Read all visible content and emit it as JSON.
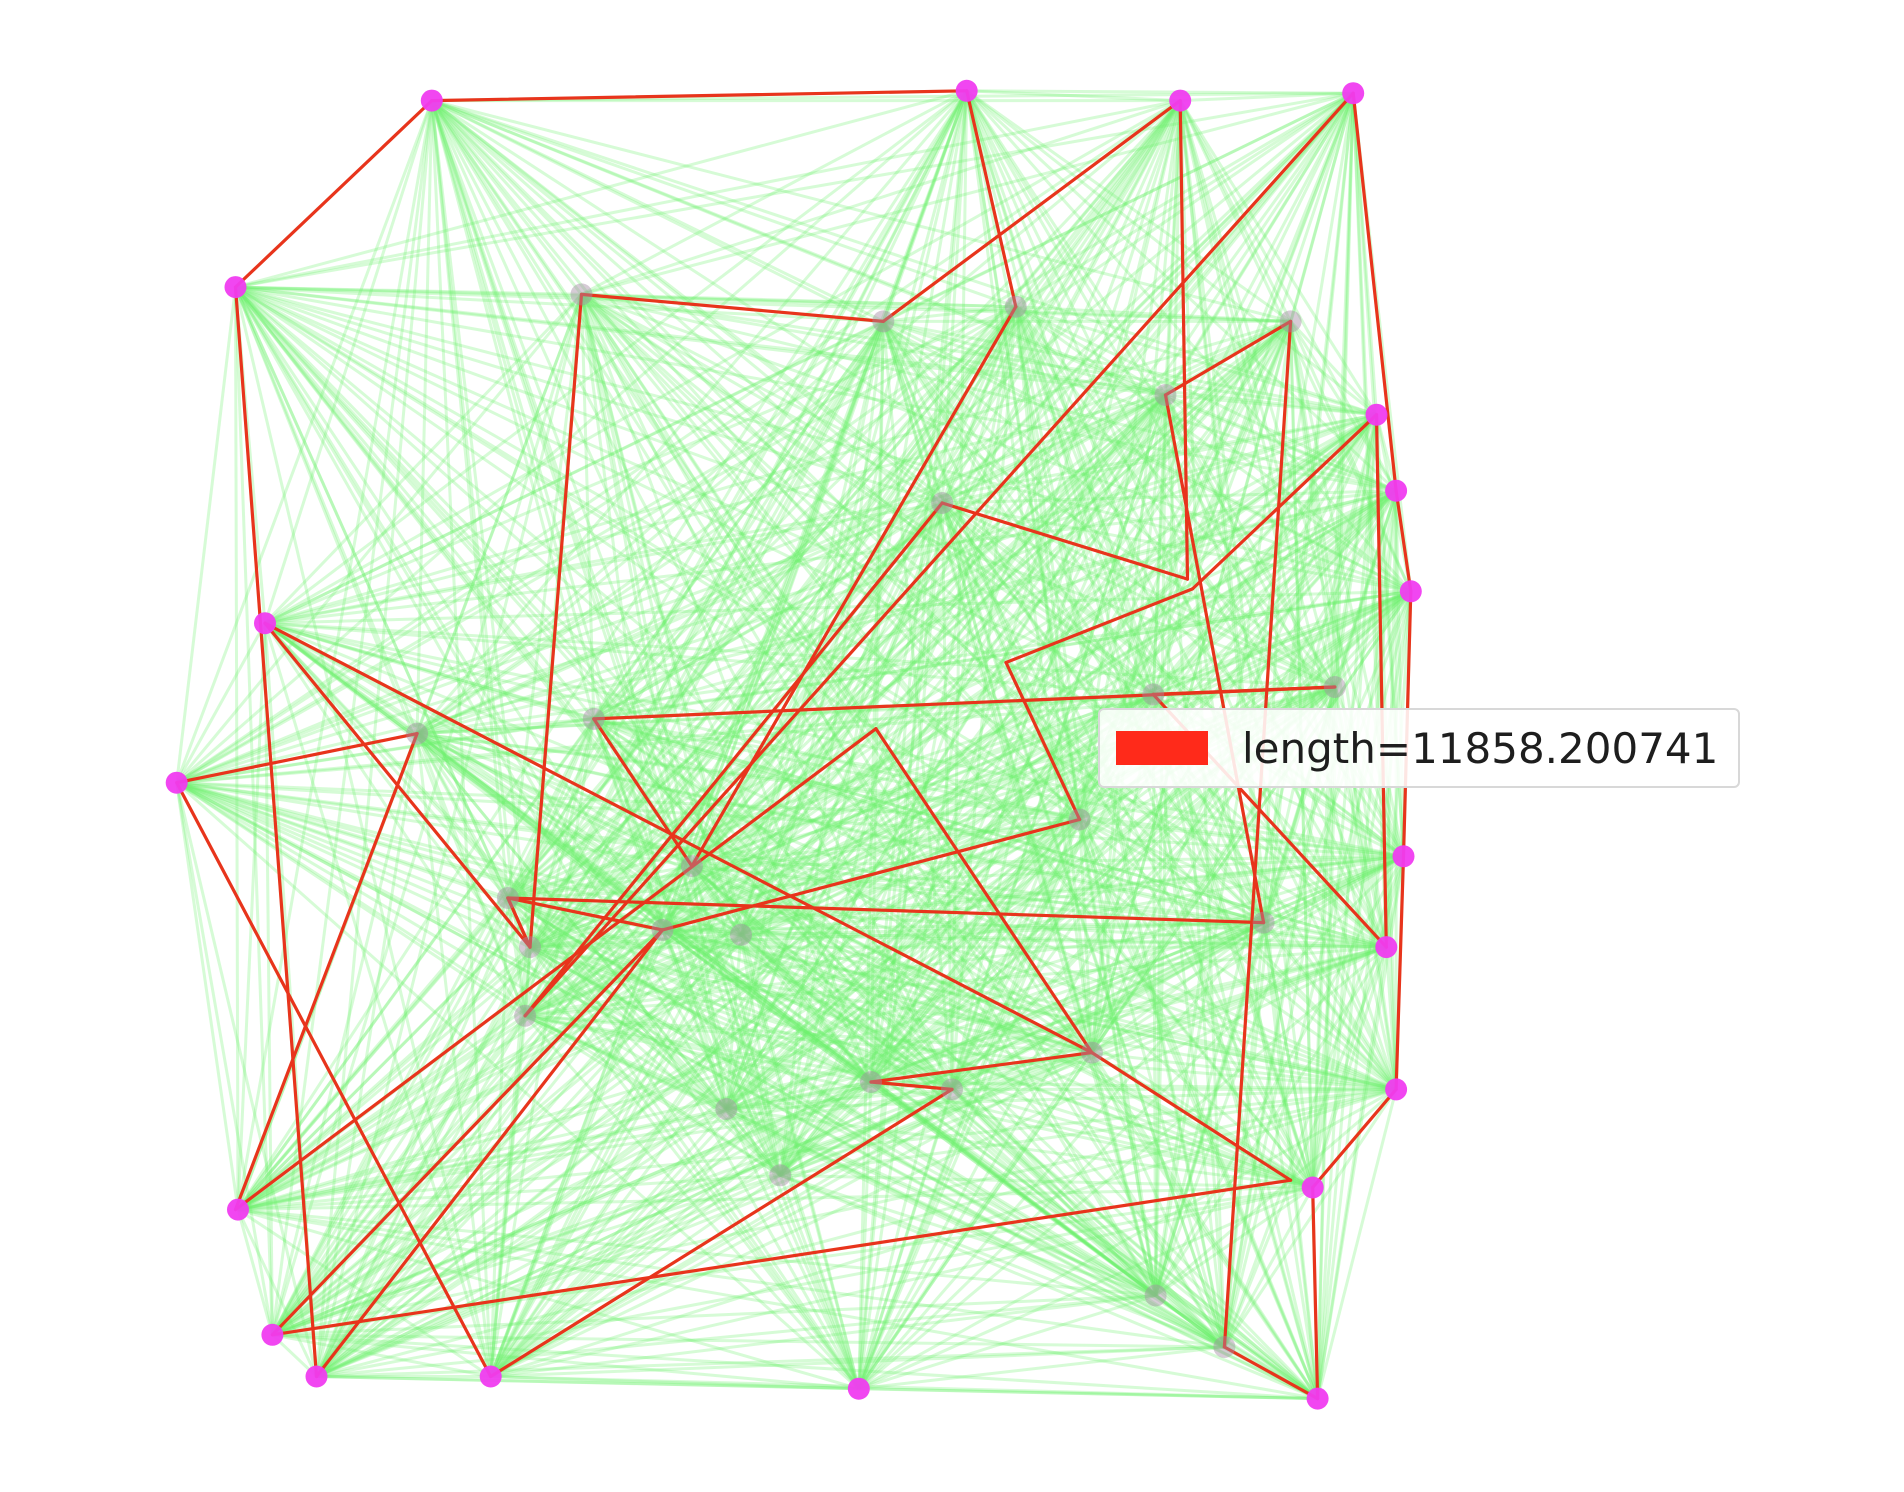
{
  "legend": {
    "label": "length=11858.200741",
    "color": "#ff2a1a"
  },
  "colors": {
    "complete_edge": "#6cf06c",
    "tour_edge": "#e8341c",
    "node_edge_of_image": "#f03cf0",
    "node_interior": "#a58ca5"
  },
  "graph": {
    "node_count": 43,
    "edge_style": "complete graph edges (light green), tour path (red)"
  }
}
